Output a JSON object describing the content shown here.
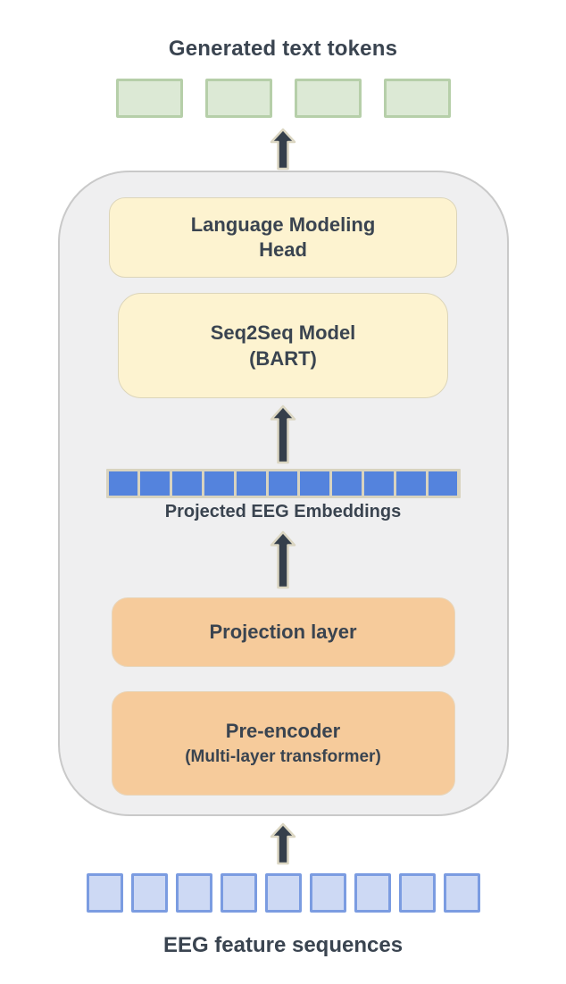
{
  "diagram": {
    "top_label": "Generated text tokens",
    "generated_tokens": {
      "count": 4
    },
    "blocks": {
      "lm_head": {
        "line1": "Language Modeling",
        "line2": "Head"
      },
      "seq2seq": {
        "line1": "Seq2Seq Model",
        "line2": "(BART)"
      },
      "projection": {
        "line1": "Projection layer"
      },
      "pre_encoder": {
        "line1": "Pre-encoder",
        "line2": "(Multi-layer transformer)"
      }
    },
    "embeddings": {
      "label": "Projected EEG Embeddings",
      "cell_count": 11
    },
    "eeg_input": {
      "label": "EEG feature sequences",
      "cell_count": 9
    },
    "colors": {
      "text": "#3a4450",
      "token_fill": "#dce9d5",
      "token_border": "#b6cfa9",
      "panel_fill": "#efeff0",
      "panel_border": "#c9c9c9",
      "cream_fill": "#fdf3d0",
      "cream_border": "#dcd5ba",
      "orange_fill": "#f6cb9b",
      "embed_cell": "#5483dd",
      "embed_frame": "#d8d3bf",
      "eeg_fill": "#cdd9f4",
      "eeg_border": "#7b9ce1",
      "arrow_fill": "#353f4b",
      "arrow_outline": "#dbd6c2"
    }
  }
}
